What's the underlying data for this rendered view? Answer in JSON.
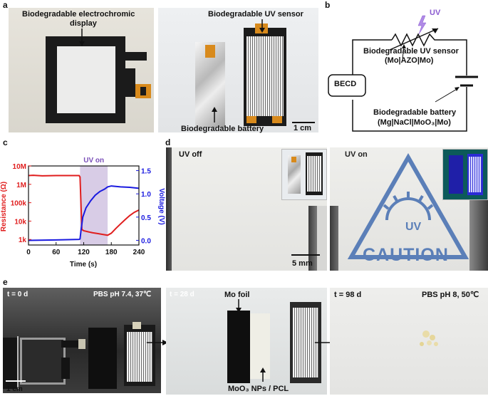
{
  "panels": {
    "a": "a",
    "b": "b",
    "c": "c",
    "d": "d",
    "e": "e"
  },
  "panel_a": {
    "display_label_line1": "Biodegradable electrochromic",
    "display_label_line2": "display",
    "uv_sensor_label": "Biodegradable UV sensor",
    "battery_label": "Biodegradable battery",
    "scale_bar": "1 cm"
  },
  "panel_b": {
    "uv": "UV",
    "sensor_line1": "Biodegradable UV sensor",
    "sensor_line2": "(Mo|AZO|Mo)",
    "becd": "BECD",
    "battery_line1": "Biodegradable battery",
    "battery_line2": "(Mg|NaCl|MoO₃|Mo)"
  },
  "panel_c": {
    "uv_on": "UV on",
    "ylabel_left": "Resistance (Ω)",
    "ylabel_right": "Voltage (V)",
    "xlabel": "Time (s)",
    "yticks_left": [
      "10M",
      "1M",
      "100k",
      "10k",
      "1k"
    ],
    "yticks_right": [
      "1.5",
      "1.0",
      "0.5",
      "0.0"
    ],
    "xticks": [
      "0",
      "60",
      "120",
      "180",
      "240"
    ]
  },
  "chart_data": {
    "type": "line",
    "xlabel": "Time (s)",
    "xlim": [
      0,
      240
    ],
    "shaded_region": {
      "label": "UV on",
      "x": [
        112,
        172
      ],
      "color": "#d8cce6"
    },
    "left_axis": {
      "label": "Resistance (Ω)",
      "scale": "log",
      "ylim": [
        500,
        10000000
      ],
      "color": "#e01e1e"
    },
    "right_axis": {
      "label": "Voltage (V)",
      "ylim": [
        -0.1,
        1.6
      ],
      "color": "#1a1ae0"
    },
    "series": [
      {
        "axis": "left",
        "color": "#e01e1e",
        "x": [
          0,
          10,
          30,
          60,
          90,
          110,
          112,
          116,
          120,
          130,
          140,
          150,
          160,
          172,
          180,
          190,
          200,
          210,
          220,
          230,
          240
        ],
        "y": [
          3000000,
          3100000,
          2900000,
          3000000,
          3000000,
          3000000,
          2500000,
          3500,
          3000,
          2600,
          2300,
          2100,
          1900,
          1700,
          2200,
          4000,
          7000,
          12000,
          20000,
          30000,
          40000
        ]
      },
      {
        "axis": "right",
        "color": "#1a1ae0",
        "x": [
          0,
          60,
          110,
          112,
          114,
          118,
          125,
          135,
          145,
          155,
          165,
          172,
          180,
          200,
          220,
          240
        ],
        "y": [
          0.0,
          0.01,
          0.02,
          0.03,
          0.2,
          0.5,
          0.7,
          0.85,
          0.97,
          1.05,
          1.1,
          1.15,
          1.17,
          1.15,
          1.14,
          1.12
        ]
      }
    ]
  },
  "panel_d": {
    "uv_off": "UV off",
    "uv_on": "UV on",
    "scale_bar": "5 mm",
    "caution_text_1": "UV",
    "caution_text_2": "CAUTION"
  },
  "panel_e": {
    "t0": "t = 0 d",
    "t0_condition": "PBS pH 7.4, 37℃",
    "t28": "t = 28 d",
    "mo_foil": "Mo foil",
    "moo3": "MoO₃ NPs / PCL",
    "t98": "t = 98 d",
    "t98_condition": "PBS pH 8, 50℃",
    "scale_bar": "1 cm"
  }
}
